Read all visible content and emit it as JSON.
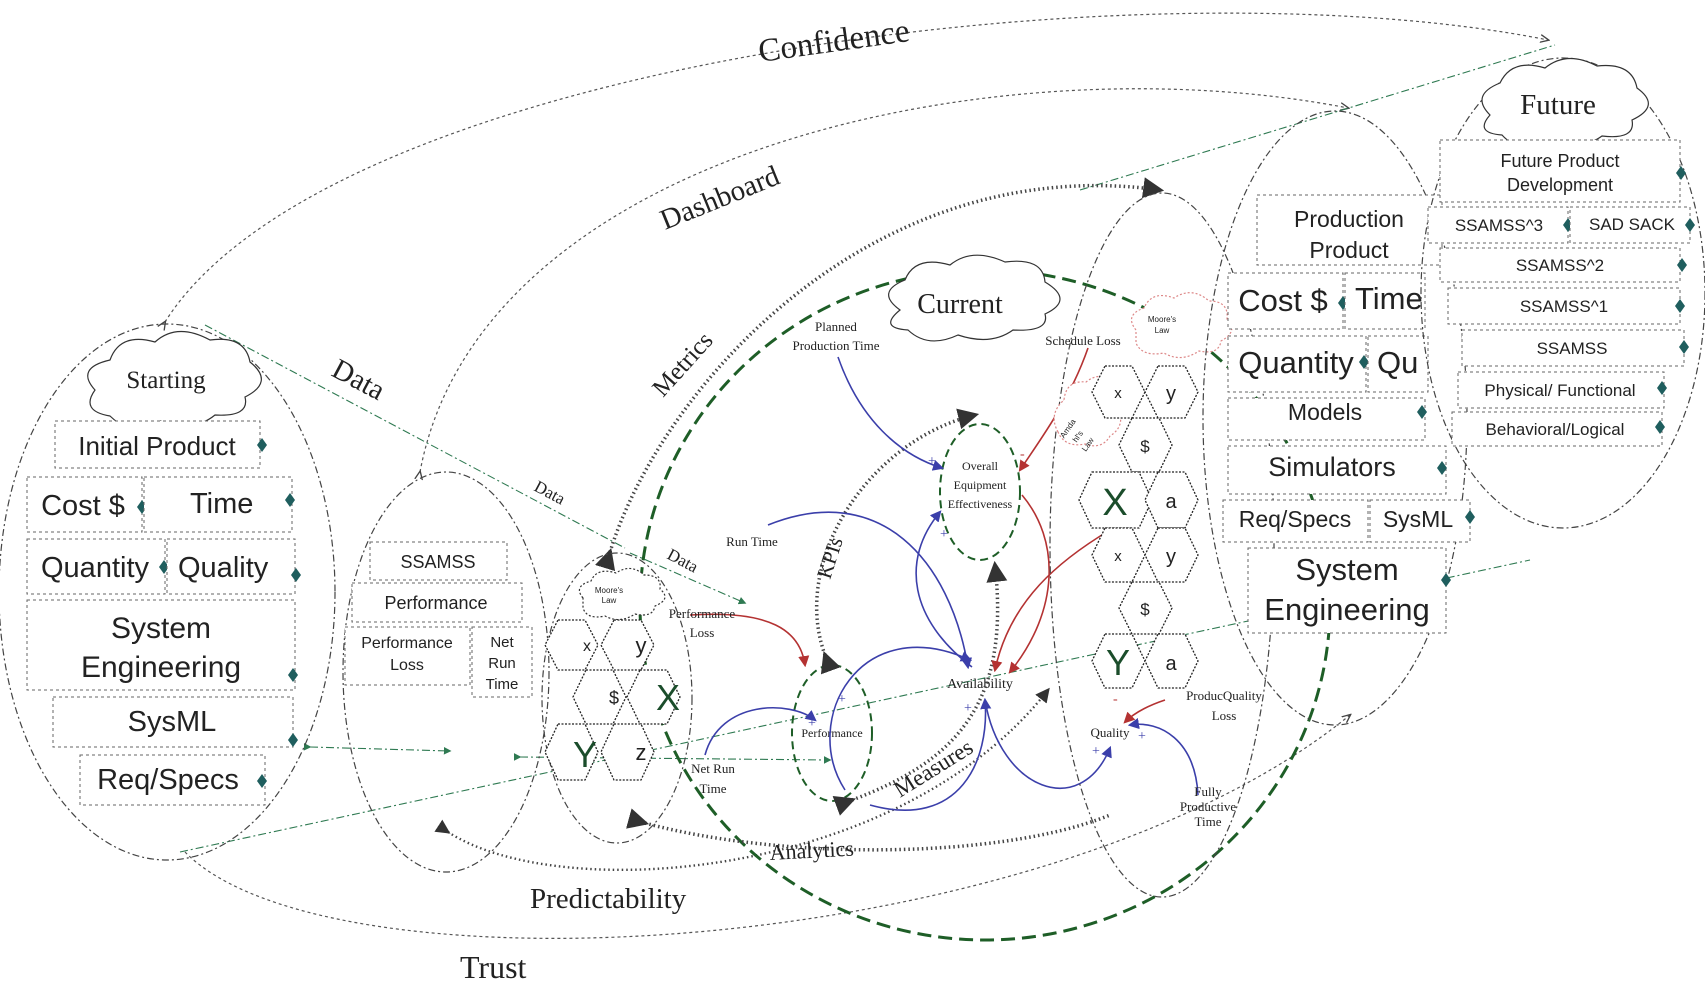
{
  "flows": {
    "confidence": "Confidence",
    "dashboard": "Dashboard",
    "data_big": "Data",
    "data_small_1": "Data",
    "data_small_2": "Data",
    "metrics": "Metrics",
    "kpis": "KPIs",
    "measures": "Measures",
    "analytics": "Analytics",
    "predictability": "Predictability",
    "trust": "Trust"
  },
  "starting": {
    "title": "Starting",
    "initial_product": "Initial Product",
    "cost": "Cost $",
    "time": "Time",
    "quantity": "Quantity",
    "quality": "Quality",
    "system_engineering_1": "System",
    "system_engineering_2": "Engineering",
    "sysml": "SysML",
    "req_specs": "Req/Specs"
  },
  "middle": {
    "ssamss": "SSAMSS",
    "performance": "Performance",
    "performance_loss_1": "Performance",
    "performance_loss_2": "Loss",
    "net_run_time_1": "Net",
    "net_run_time_2": "Run",
    "net_run_time_3": "Time"
  },
  "left_hex": {
    "moores_law_1": "Moore's",
    "moores_law_2": "Law",
    "cells": [
      "x",
      "y",
      "$",
      "X",
      "Y",
      "z"
    ]
  },
  "current": {
    "title": "Current",
    "planned_production_time_1": "Planned",
    "planned_production_time_2": "Production Time",
    "schedule_loss": "Schedule Loss",
    "run_time": "Run Time",
    "performance_loss_1": "Performance",
    "performance_loss_2": "Loss",
    "net_run_time_1": "Net Run",
    "net_run_time_2": "Time",
    "oee_1": "Overall",
    "oee_2": "Equipment",
    "oee_3": "Effectiveness",
    "availability": "Availability",
    "performance": "Performance",
    "quality": "Quality",
    "produc_quality_loss_1": "ProducQuality",
    "produc_quality_loss_2": "Loss",
    "fully_productive_time_1": "Fully",
    "fully_productive_time_2": "Productive",
    "fully_productive_time_3": "Time"
  },
  "right_hex": {
    "moores_law_1": "Moore's",
    "moores_law_2": "Law",
    "amdahls_law_1": "Amda",
    "amdahls_law_2": "hl's",
    "amdahls_law_3": "Law",
    "cells": [
      "x",
      "y",
      "$",
      "X",
      "a",
      "x",
      "y",
      "$",
      "Y",
      "a"
    ]
  },
  "production": {
    "title_1": "Production",
    "title_2": "Product",
    "cost": "Cost $",
    "time": "Time",
    "quantity": "Quantity",
    "quality": "Qu",
    "models": "Models",
    "simulators": "Simulators",
    "req_specs": "Req/Specs",
    "sysml": "SysML",
    "system_engineering_1": "System",
    "system_engineering_2": "Engineering"
  },
  "future": {
    "title": "Future",
    "future_product_1": "Future Product",
    "future_product_2": "Development",
    "ssamss3": "SSAMSS^3",
    "sad_sack": "SAD SACK",
    "ssamss2": "SSAMSS^2",
    "ssamss1": "SSAMSS^1",
    "ssamss": "SSAMSS",
    "physical": "Physical/ Functional",
    "behavioral": "Behavioral/Logical"
  },
  "signs": {
    "plus": "+",
    "minus": "-"
  }
}
